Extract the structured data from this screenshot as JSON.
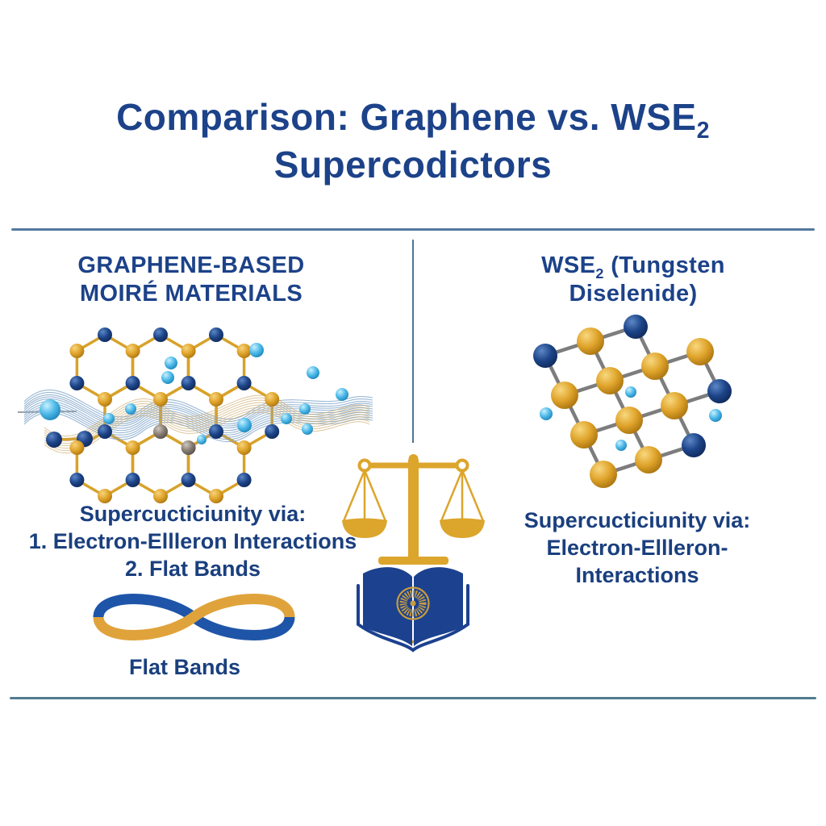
{
  "title": {
    "line1_main": "Comparison: Graphene vs. WSE",
    "line1_subscript": "2",
    "line2": "Supercodictors"
  },
  "columns": {
    "left": {
      "heading_line1": "GRAPHENE-BASED",
      "heading_line2": "MOIRÉ MATERIALS",
      "mechanism_heading": "Supercucticiunity via:",
      "mechanism_items": [
        "1. Electron-Ellleron Interactions",
        "2. Flat Bands"
      ],
      "ribbon_caption": "Flat Bands",
      "illustration": "graphene-moire-hexagonal-lattice-with-wave-bundle"
    },
    "right": {
      "heading_line1_main": "WSE",
      "heading_line1_subscript": "2",
      "heading_line1_rest": " (Tungsten",
      "heading_line2": "Diselenide)",
      "mechanism_heading": "Supercucticiunity via:",
      "mechanism_lines": [
        "Electron-Ellleron-",
        "Interactions"
      ],
      "illustration": "wse2-crystal-lattice"
    }
  },
  "center": {
    "illustrations": [
      "balance-scale",
      "open-book-with-emblem"
    ],
    "ribbon_illustration": "infinity-ribbon"
  },
  "colors": {
    "heading_navy": "#1C4289",
    "body_navy": "#1A3F7E",
    "gold": "#D9A52C",
    "book_navy": "#1C418F",
    "atom_navy": "#1C4488",
    "cyan": "#49B8E8",
    "bond_gray": "#7D7D7D",
    "divider_blue": "#55799F",
    "bottom_divider": "#527C90",
    "background": "#FFFFFF"
  }
}
